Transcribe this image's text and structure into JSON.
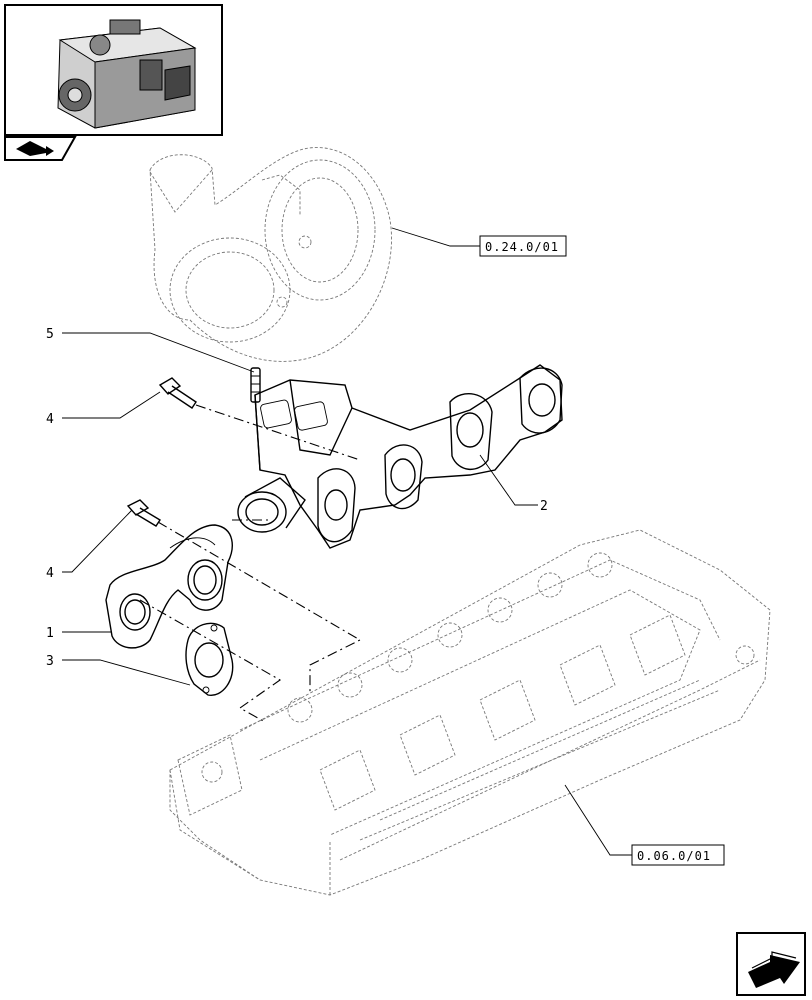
{
  "callouts": {
    "c1": "1",
    "c2": "2",
    "c3": "3",
    "c4a": "4",
    "c4b": "4",
    "c5": "5"
  },
  "references": {
    "turbocharger": "0.24.0/01",
    "cylinder_head": "0.06.0/01"
  },
  "icons": {
    "engine_thumbnail": "engine-thumbnail",
    "previous_page": "back-arrow-icon",
    "next_page": "forward-arrow-icon"
  }
}
